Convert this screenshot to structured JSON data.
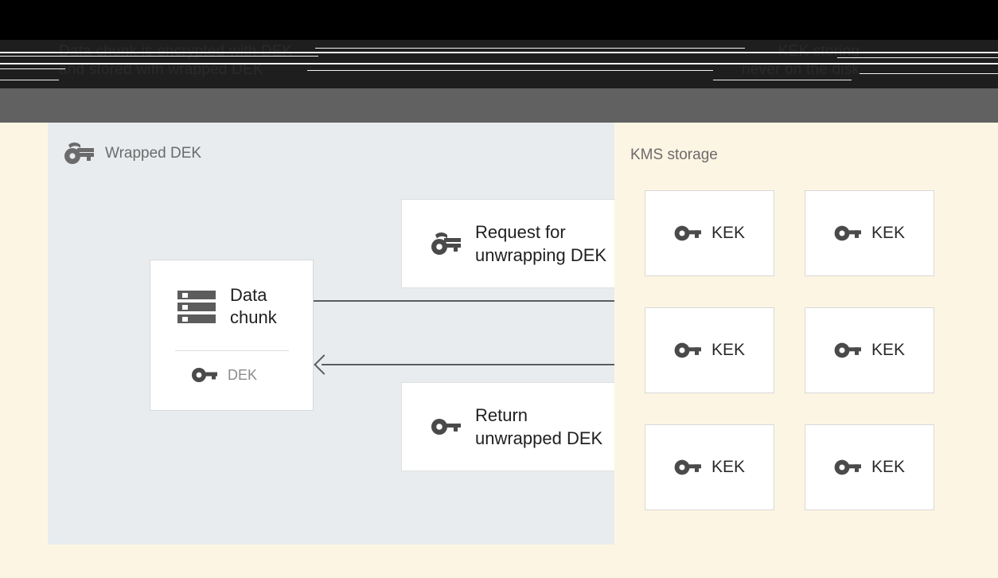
{
  "banner": {
    "left_text": "Data chunk is encrypted with DEK\nand stored with wrapped DEK",
    "right_text": "KEK storing\nnever on the disk"
  },
  "diagram": {
    "left_panel": {
      "title": "Wrapped DEK",
      "title_icon": "wrapped-key-icon",
      "background_color": "#e8ecef",
      "data_chunk_card": {
        "icon": "database-chunk-icon",
        "label": "Data\nchunk",
        "dek_icon": "key-icon",
        "dek_label": "DEK"
      },
      "messages": [
        {
          "id": "request",
          "icon": "wrapped-key-icon",
          "label": "Request for\nunwrapping DEK"
        },
        {
          "id": "return",
          "icon": "key-icon",
          "label": "Return\nunwrapped DEK"
        }
      ],
      "arrows": [
        {
          "id": "request-arrow",
          "direction": "right",
          "head": "filled"
        },
        {
          "id": "return-arrow",
          "direction": "left",
          "head": "open"
        }
      ]
    },
    "right_panel": {
      "title": "KMS storage",
      "background_color": "#fdf5e3",
      "keys": [
        {
          "icon": "key-icon",
          "label": "KEK"
        },
        {
          "icon": "key-icon",
          "label": "KEK"
        },
        {
          "icon": "key-icon",
          "label": "KEK"
        },
        {
          "icon": "key-icon",
          "label": "KEK"
        },
        {
          "icon": "key-icon",
          "label": "KEK"
        },
        {
          "icon": "key-icon",
          "label": "KEK"
        }
      ]
    }
  },
  "colors": {
    "page_background": "#fdf5e3",
    "panel_background": "#e8ecef",
    "toolbar_strip": "#616161",
    "icon_gray": "#5c5c5c",
    "text_dark": "#1f1f1f",
    "text_muted": "#6b6b6b"
  }
}
